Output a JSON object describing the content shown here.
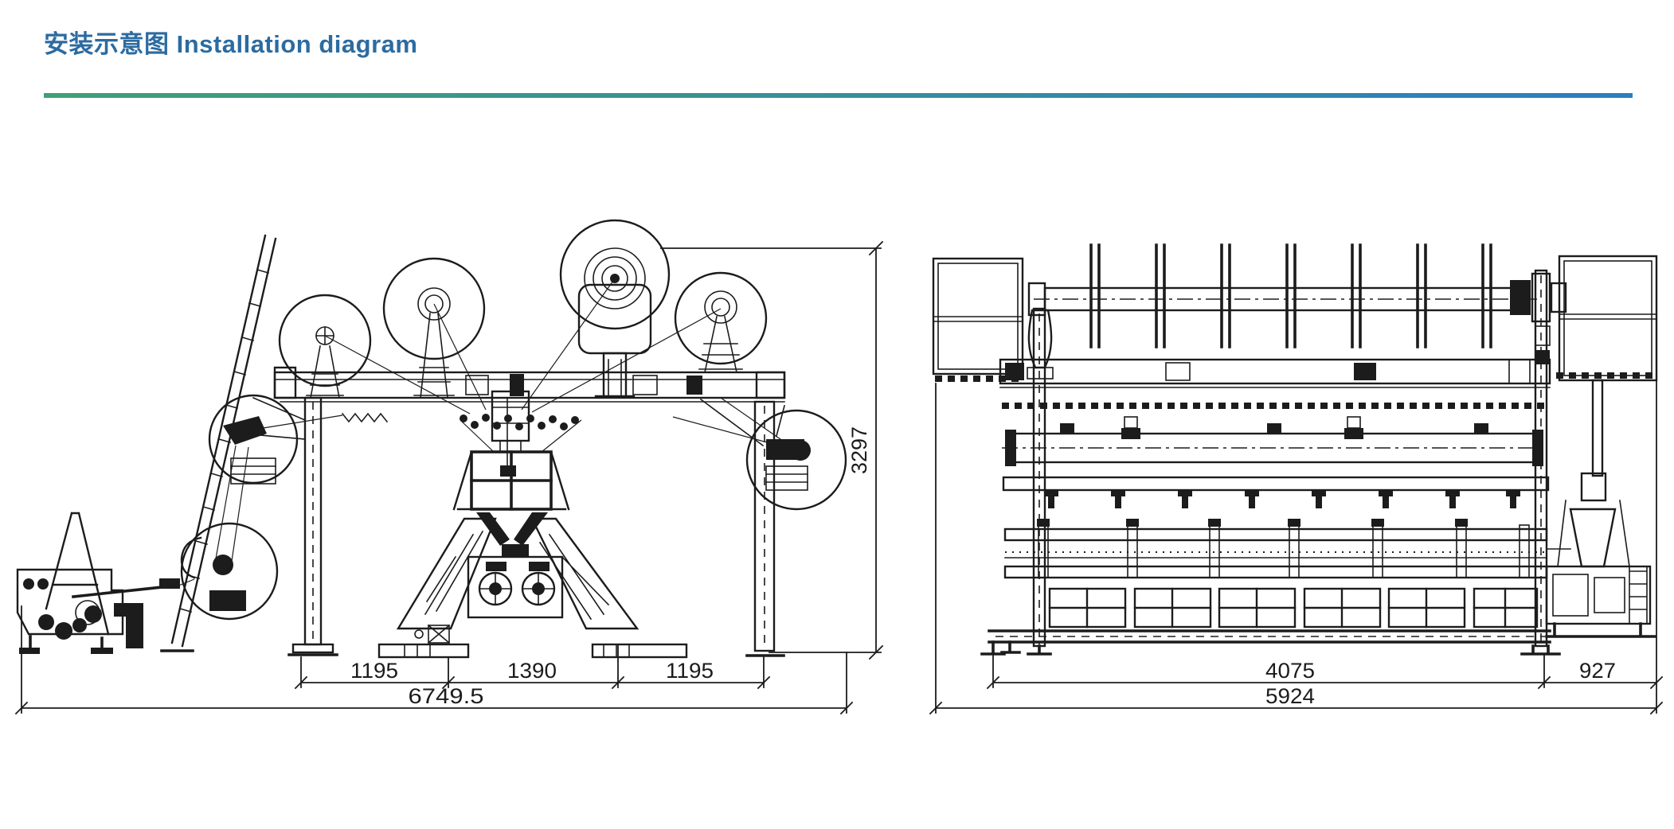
{
  "header": {
    "title": "安装示意图 Installation diagram"
  },
  "colors": {
    "title_text": "#2c6ba1",
    "underline_gradient_start": "#3fa077",
    "underline_gradient_end": "#2a7fbf",
    "drawing_lines": "#1c1c1c",
    "background": "#ffffff"
  },
  "left_view": {
    "description": "creel-side-view",
    "dims": {
      "seg1": "1195",
      "seg2": "1390",
      "seg3": "1195",
      "total_width": "6749.5",
      "height": "3297"
    }
  },
  "right_view": {
    "description": "machine-front-view",
    "dims": {
      "seg1": "4075",
      "seg2": "927",
      "total_width": "5924"
    }
  }
}
